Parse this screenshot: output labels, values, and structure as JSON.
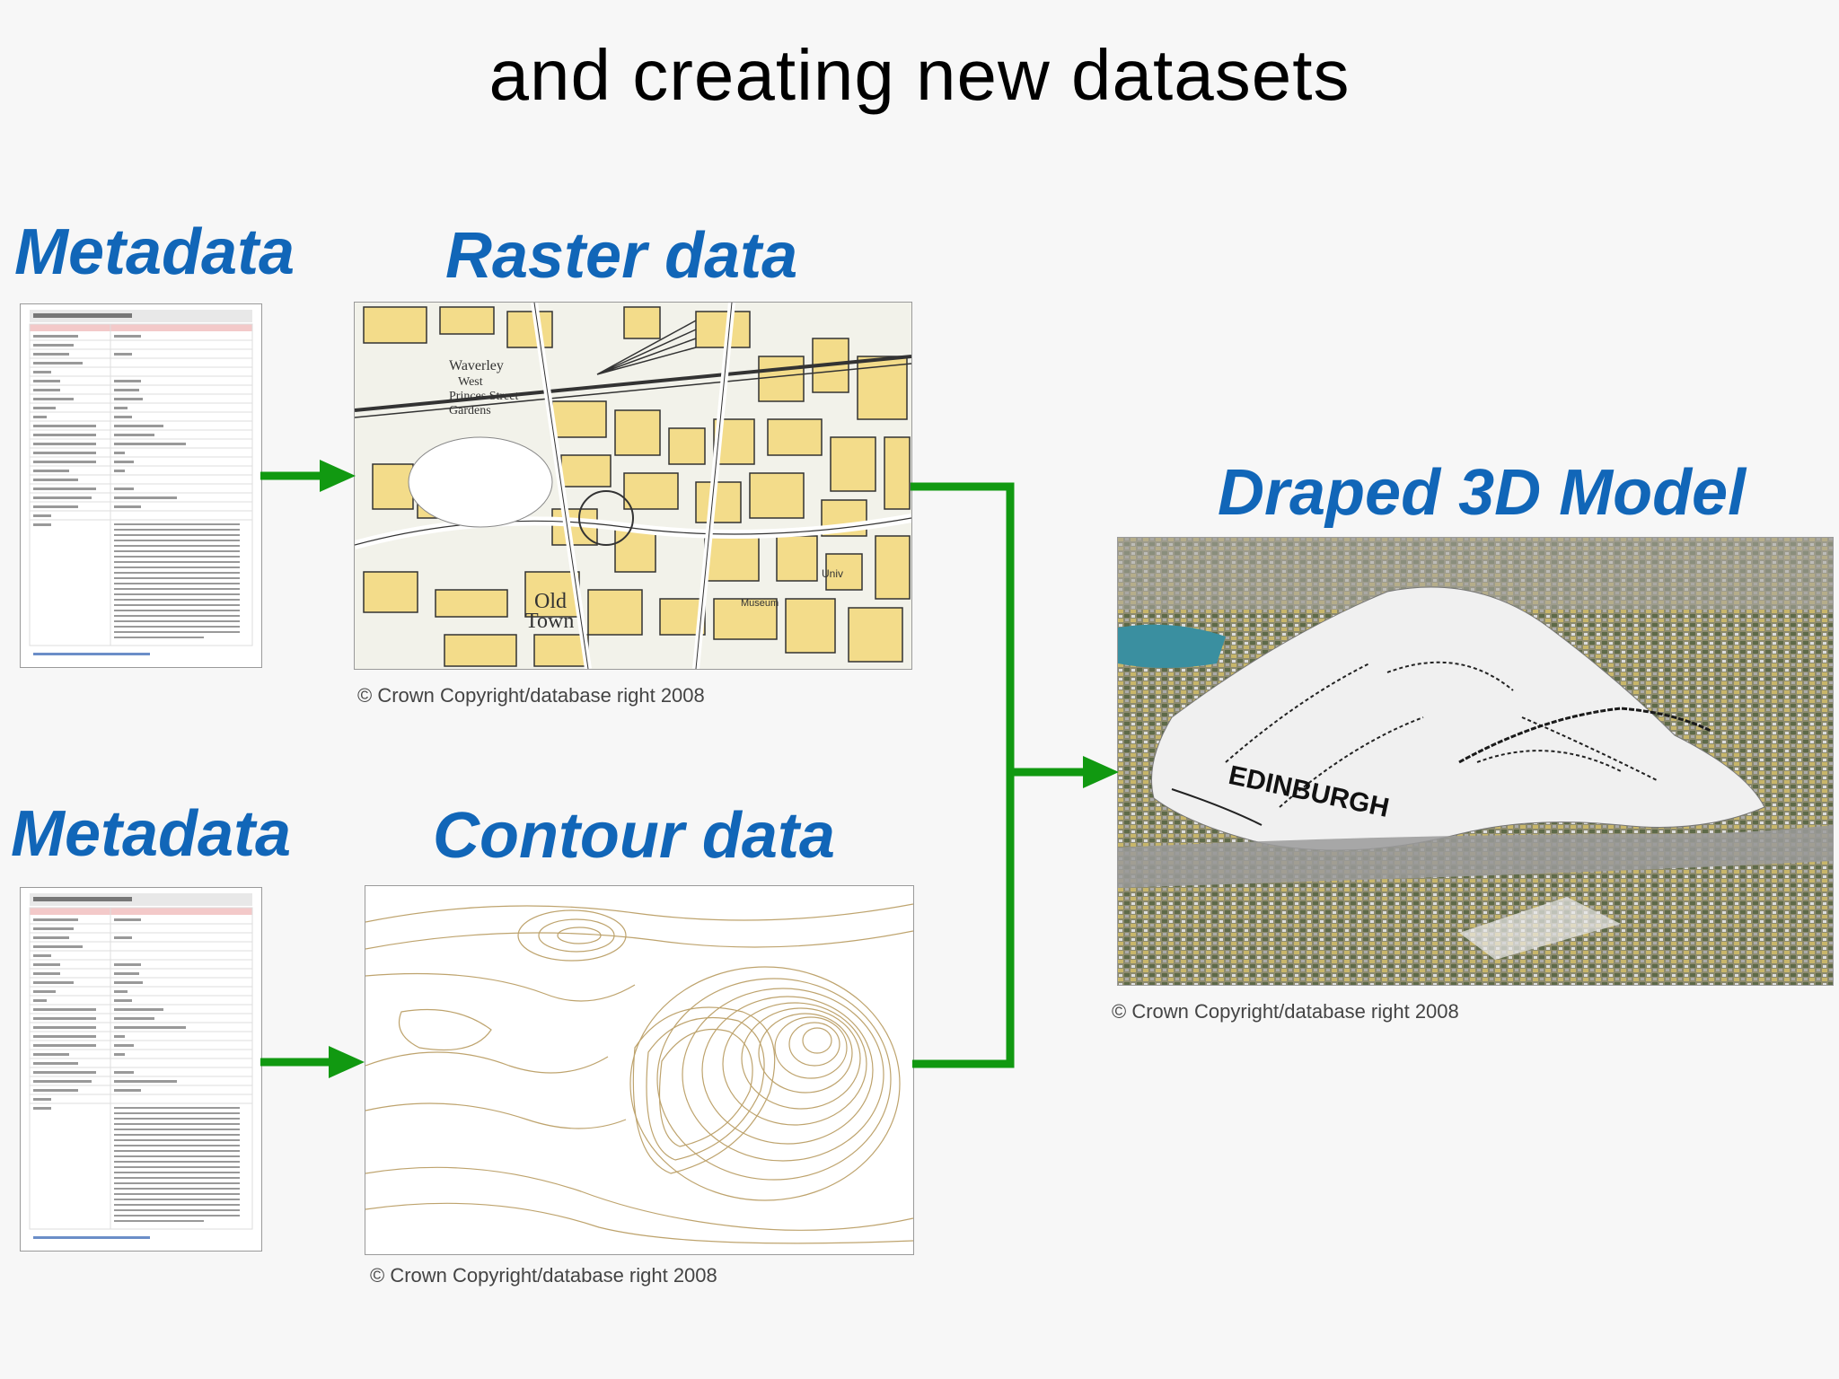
{
  "slide": {
    "title": "and creating new datasets"
  },
  "labels": {
    "metadata_top": "Metadata",
    "metadata_bottom": "Metadata",
    "raster": "Raster data",
    "contour": "Contour data",
    "model": "Draped 3D Model"
  },
  "credits": {
    "raster": "© Crown Copyright/database right 2008",
    "contour": "© Crown Copyright/database right 2008",
    "model": "© Crown Copyright/database right 2008"
  },
  "colors": {
    "label_blue": "#1166b8",
    "arrow_green": "#119911",
    "map_yellow": "#f3dc8a",
    "contour_brown": "#b79a5e"
  },
  "icons": [
    "metadata-document-thumbnail",
    "raster-map-image",
    "contour-map-image",
    "draped-3d-model-image"
  ]
}
